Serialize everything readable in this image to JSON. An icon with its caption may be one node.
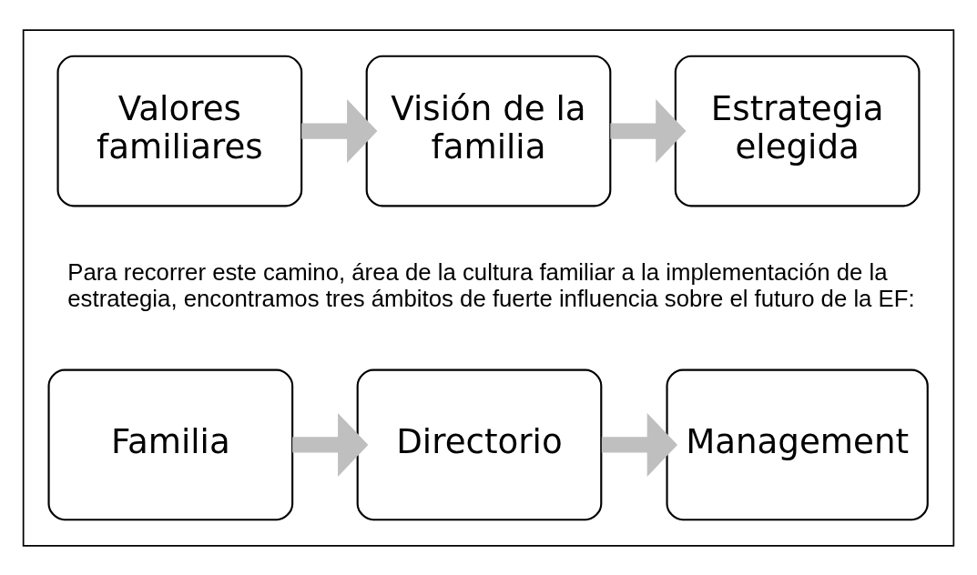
{
  "diagram": {
    "nodes": [
      {
        "text": [],
        "shape": "box"
      },
      {
        "text": [
          "Valores familiares"
        ],
        "in": 0
      },
      {
        "text": [
          "Visión de la familia"
        ],
        "in": 0
      },
      {
        "text": [
          "Estrategia elegida"
        ],
        "in": 0
      },
      {
        "text": [
          "Familia"
        ],
        "in": 0
      },
      {
        "text": [
          "Directorio"
        ],
        "in": 0
      },
      {
        "text": [
          "Management"
        ],
        "in": 0
      }
    ],
    "edges": [
      {
        "from": 1,
        "to": 2,
        "arrow": "to"
      },
      {
        "from": 2,
        "to": 3,
        "arrow": "to"
      },
      {
        "from": 4,
        "to": 5,
        "arrow": "to"
      },
      {
        "from": 5,
        "to": 6,
        "arrow": "to"
      }
    ],
    "labels": [
      "Para recorrer este camino, área de la cultura familiar a la implementación de la estrategia, encontramos tres ámbitos de fuerte influencia sobre el futuro de la EF:"
    ]
  }
}
